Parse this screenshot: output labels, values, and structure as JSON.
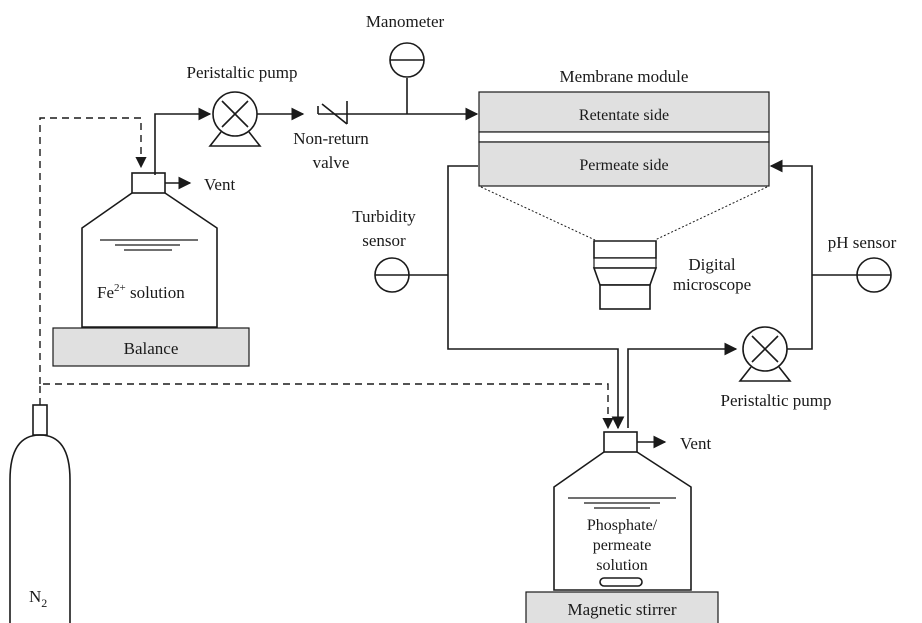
{
  "labels": {
    "manometer": "Manometer",
    "peristaltic_pump_top": "Peristaltic pump",
    "membrane_module": "Membrane module",
    "retentate_side": "Retentate side",
    "permeate_side": "Permeate side",
    "non_return_valve_line1": "Non-return",
    "non_return_valve_line2": "valve",
    "vent_top": "Vent",
    "fe_solution_base": "Fe",
    "fe_solution_sup": "2+",
    "fe_solution_rest": " solution",
    "balance": "Balance",
    "turbidity_line1": "Turbidity",
    "turbidity_line2": "sensor",
    "digital_line1": "Digital",
    "digital_line2": "microscope",
    "ph_sensor": "pH sensor",
    "peristaltic_pump_bottom": "Peristaltic pump",
    "vent_bottom": "Vent",
    "phosphate_line1": "Phosphate/",
    "phosphate_line2": "permeate",
    "phosphate_line3": "solution",
    "magnetic_stirrer": "Magnetic stirrer",
    "n2_base": "N",
    "n2_sub": "2"
  },
  "colors": {
    "line": "#1a1a1a",
    "gray_fill": "#e0e0e0",
    "background": "#ffffff"
  }
}
